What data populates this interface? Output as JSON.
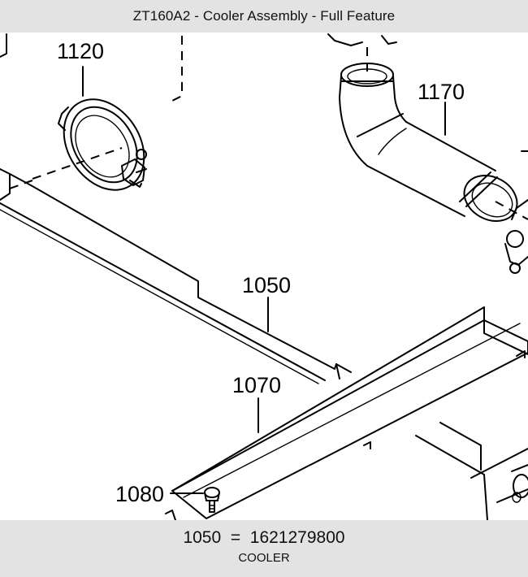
{
  "header": {
    "title": "ZT160A2 - Cooler Assembly - Full Feature"
  },
  "callouts": {
    "c1120": "1120",
    "c1170": "1170",
    "c1050": "1050",
    "c1070": "1070",
    "c1080": "1080"
  },
  "footer": {
    "part_number": "1050",
    "separator": "=",
    "order_number": "1621279800",
    "part_name": "COOLER"
  }
}
